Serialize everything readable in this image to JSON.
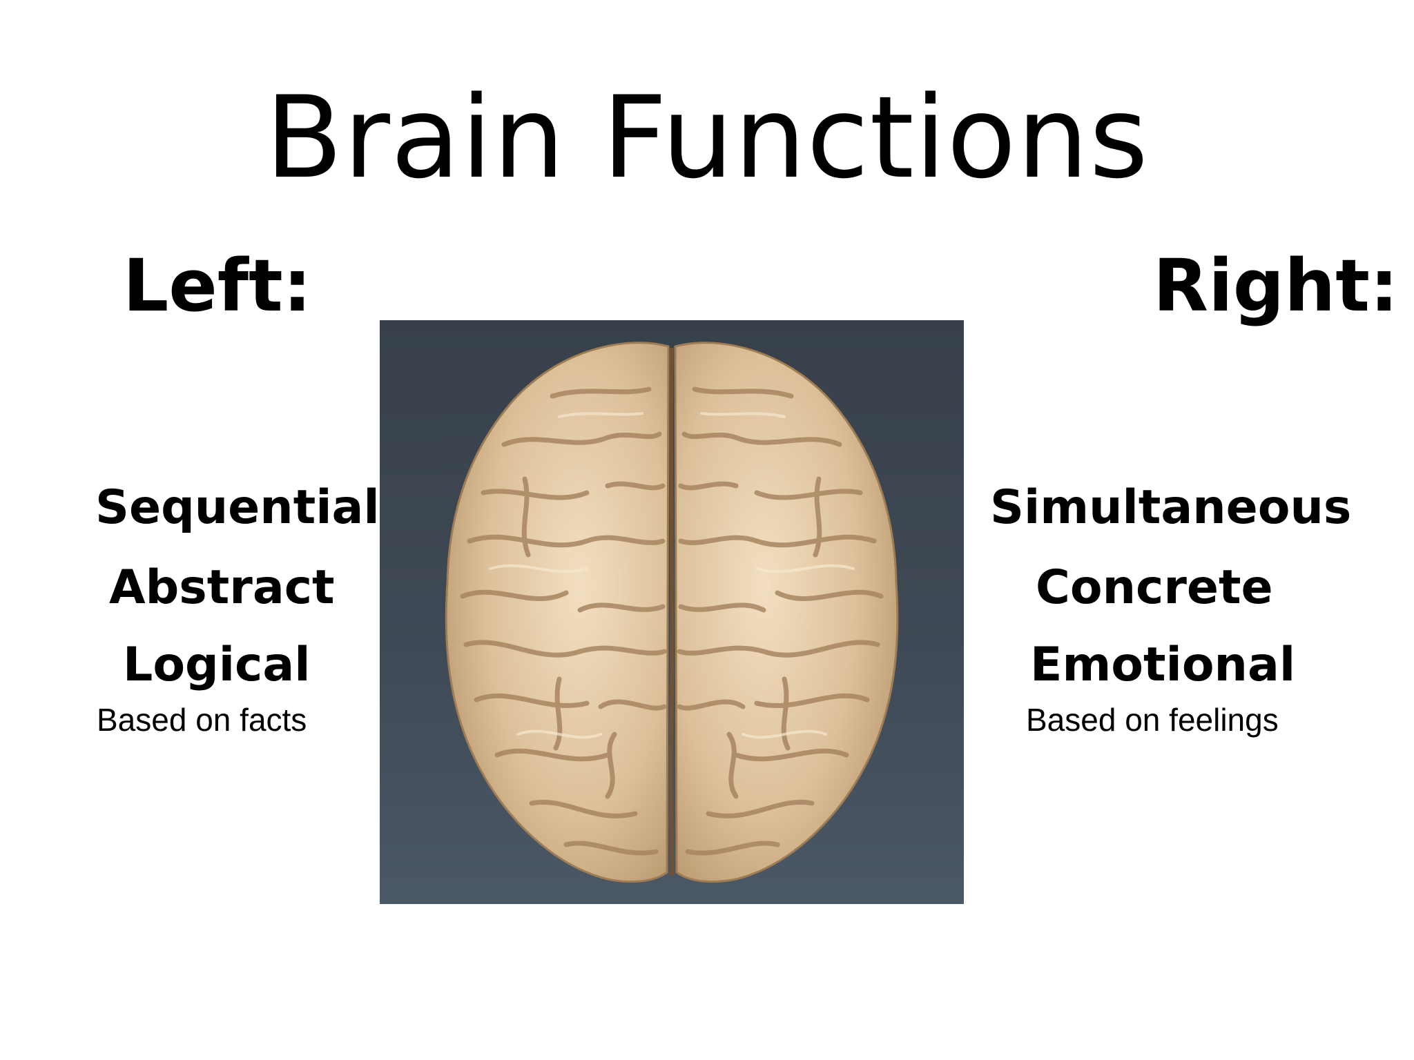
{
  "slide": {
    "title": "Brain Functions",
    "left": {
      "heading": "Left:",
      "traits": [
        "Sequential",
        "Abstract",
        "Logical"
      ],
      "note": "Based on facts"
    },
    "right": {
      "heading": "Right:",
      "traits": [
        "Simultaneous",
        "Concrete",
        "Emotional"
      ],
      "note": "Based on feelings"
    }
  },
  "image": {
    "subject": "brain-top-view",
    "background_color": "#3f4955",
    "brain_color": "#dcc09a"
  }
}
